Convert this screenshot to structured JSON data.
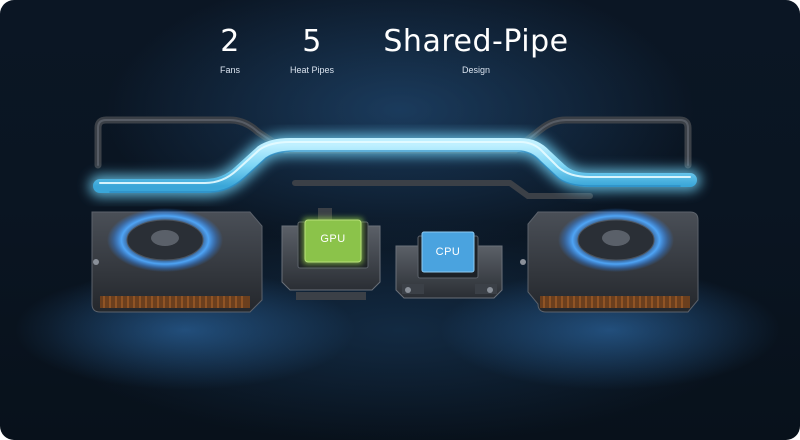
{
  "stats": [
    {
      "value": "2",
      "label": "Fans"
    },
    {
      "value": "5",
      "label": "Heat Pipes"
    },
    {
      "value": "Shared-Pipe",
      "label": "Design"
    }
  ],
  "chips": {
    "gpu": "GPU",
    "cpu": "CPU"
  },
  "colors": {
    "background": "#0a1522",
    "pipe_glow": "#7fd6f5",
    "gpu_chip": "#8bc34a",
    "cpu_chip": "#4aa3df",
    "fan_glow": "#2f8cff"
  }
}
